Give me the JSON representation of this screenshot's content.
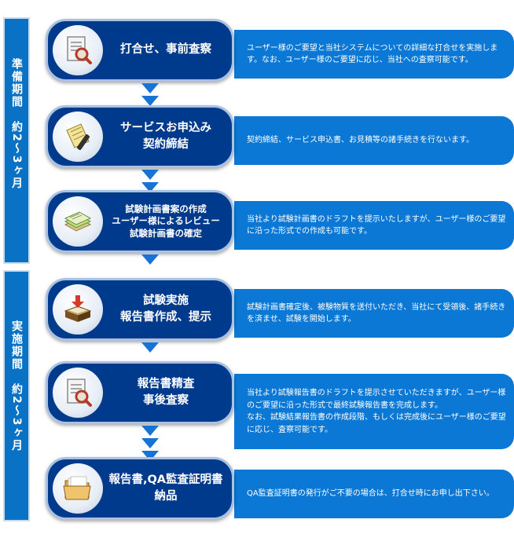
{
  "periods": [
    {
      "label": "準備期間　約2〜3ヶ月"
    },
    {
      "label": "実施期間　約2〜3ヶ月"
    }
  ],
  "steps": [
    {
      "title": [
        "打合せ、事前査察"
      ],
      "icon": "document-magnifier-icon",
      "desc": [
        "ユーザー様のご要望と当社システムについての詳細な打合せを実施します。なお、ユーザー様のご要望に応じ、当社への査察可能です。"
      ]
    },
    {
      "title": [
        "サービスお申込み",
        "契約締結"
      ],
      "icon": "contract-pen-icon",
      "desc": [
        "契約締結、サービス申込書、お見積等の諸手続きを行ないます。"
      ]
    },
    {
      "title": [
        "試験計画書案の作成",
        "ユーザー様によるレビュー",
        "試験計画書の確定"
      ],
      "icon": "document-stack-icon",
      "desc": [
        "当社より試験計画書のドラフトを提示いたしますが、ユーザー様のご要望に沿った形式での作成も可能です。"
      ]
    },
    {
      "title": [
        "試験実施",
        "報告書作成、提示"
      ],
      "icon": "inbox-tray-icon",
      "desc": [
        "試験計画書確定後、被験物質を送付いただき、当社にて受領後、諸手続きを済ませ、試験を開始します。"
      ]
    },
    {
      "title": [
        "報告書精査",
        "事後査察"
      ],
      "icon": "document-magnifier-icon",
      "desc": [
        "当社より試験報告書のドラフトを提示させていただきますが、ユーザー様のご要望に沿った形式で最終試験報告書を完成します。",
        "なお、試験結果報告書の作成段階、もしくは完成後にユーザー様のご要望に応じ、査察可能です。"
      ]
    },
    {
      "title": [
        "報告書,QA監査証明書",
        "納品"
      ],
      "icon": "folder-icon",
      "desc": [
        "QA監査証明書の発行がご不要の場合は、打合せ時にお申し出下さい。"
      ]
    }
  ],
  "colors": {
    "title_bg": "#003a8c",
    "desc_bg": "#0a78d4",
    "period_bg": "#0a72c4",
    "arrow": "#1873d6"
  }
}
